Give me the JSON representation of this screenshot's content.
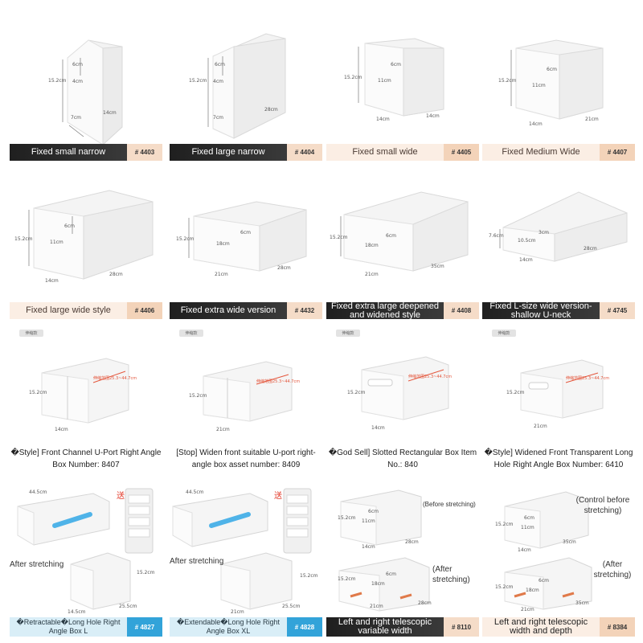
{
  "products": [
    {
      "name": "Fixed small narrow",
      "code": "# 4403",
      "dims": [
        "15.2cm",
        "6cm",
        "4cm",
        "7cm",
        "14cm"
      ]
    },
    {
      "name": "Fixed large narrow",
      "code": "# 4404",
      "dims": [
        "15.2cm",
        "6cm",
        "4cm",
        "7cm",
        "28cm"
      ]
    },
    {
      "name": "Fixed small wide",
      "code": "# 4405",
      "dims": [
        "15.2cm",
        "6cm",
        "11cm",
        "14cm",
        "14cm"
      ]
    },
    {
      "name": "Fixed Medium Wide",
      "code": "# 4407",
      "dims": [
        "15.2cm",
        "6cm",
        "11cm",
        "14cm",
        "21cm"
      ]
    },
    {
      "name": "Fixed large wide style",
      "code": "# 4406",
      "dims": [
        "15.2cm",
        "6cm",
        "11cm",
        "14cm",
        "28cm"
      ]
    },
    {
      "name": "Fixed extra wide version",
      "code": "# 4432",
      "dims": [
        "15.2cm",
        "6cm",
        "18cm",
        "21cm",
        "28cm"
      ]
    },
    {
      "name": "Fixed extra large deepened and widened style",
      "code": "# 4408",
      "dims": [
        "15.2cm",
        "6cm",
        "18cm",
        "21cm",
        "35cm"
      ]
    },
    {
      "name": "Fixed L-size wide version-shallow U-neck",
      "code": "# 4745",
      "dims": [
        "7.6cm",
        "3cm",
        "10.5cm",
        "14cm",
        "28cm"
      ]
    }
  ],
  "stretch_items": [
    {
      "tag": "伸缩款",
      "height": "15.2cm",
      "width": "14cm",
      "range": "伸缩范围25.3~44.7cm",
      "caption": "�Style] Front Channel U-Port Right Angle Box Number: 8407"
    },
    {
      "tag": "伸缩款",
      "height": "15.2cm",
      "width": "21cm",
      "range": "伸缩范围25.3~44.7cm",
      "caption": "[Stop] Widen front suitable U-port right-angle box asset number: 8409"
    },
    {
      "tag": "伸缩款",
      "height": "15.2cm",
      "width": "14cm",
      "range": "伸缩范围25.3~44.7cm",
      "caption": "�God Sell] Slotted Rectangular Box Item No.: 840"
    },
    {
      "tag": "伸缩款",
      "height": "15.2cm",
      "width": "21cm",
      "range": "伸缩范围25.3~44.7cm",
      "caption": "�Style] Widened Front Transparent Long Hole Right Angle Box Number: 6410"
    }
  ],
  "bottom_items": [
    {
      "name": "�Retractable�Long Hole Right Angle Box L",
      "code": "# 4827",
      "note": "After stretching",
      "gift": "送",
      "dims": [
        "44.5cm",
        "15.2cm",
        "14.5cm",
        "25.5cm"
      ]
    },
    {
      "name": "�Extendable�Long Hole Right Angle Box XL",
      "code": "# 4828",
      "note": "After stretching",
      "gift": "送",
      "dims": [
        "44.5cm",
        "15.2cm",
        "21cm",
        "25.5cm"
      ]
    },
    {
      "name": "Left and right telescopic variable width",
      "code": "# 8110",
      "note_top": "(Before stretching)",
      "note_bottom": "(After stretching)",
      "dims_top": [
        "15.2cm",
        "6cm",
        "11cm",
        "14cm",
        "28cm"
      ],
      "dims_bottom": [
        "15.2cm",
        "6cm",
        "18cm",
        "21cm",
        "28cm"
      ]
    },
    {
      "name": "Left and right telescopic width and depth",
      "code": "# 8384",
      "note_top": "(Control before stretching)",
      "note_bottom": "(After stretching)",
      "dims_top": [
        "15.2cm",
        "6cm",
        "11cm",
        "14cm",
        "35cm"
      ],
      "dims_bottom": [
        "15.2cm",
        "6cm",
        "18cm",
        "21cm",
        "35cm"
      ]
    }
  ]
}
